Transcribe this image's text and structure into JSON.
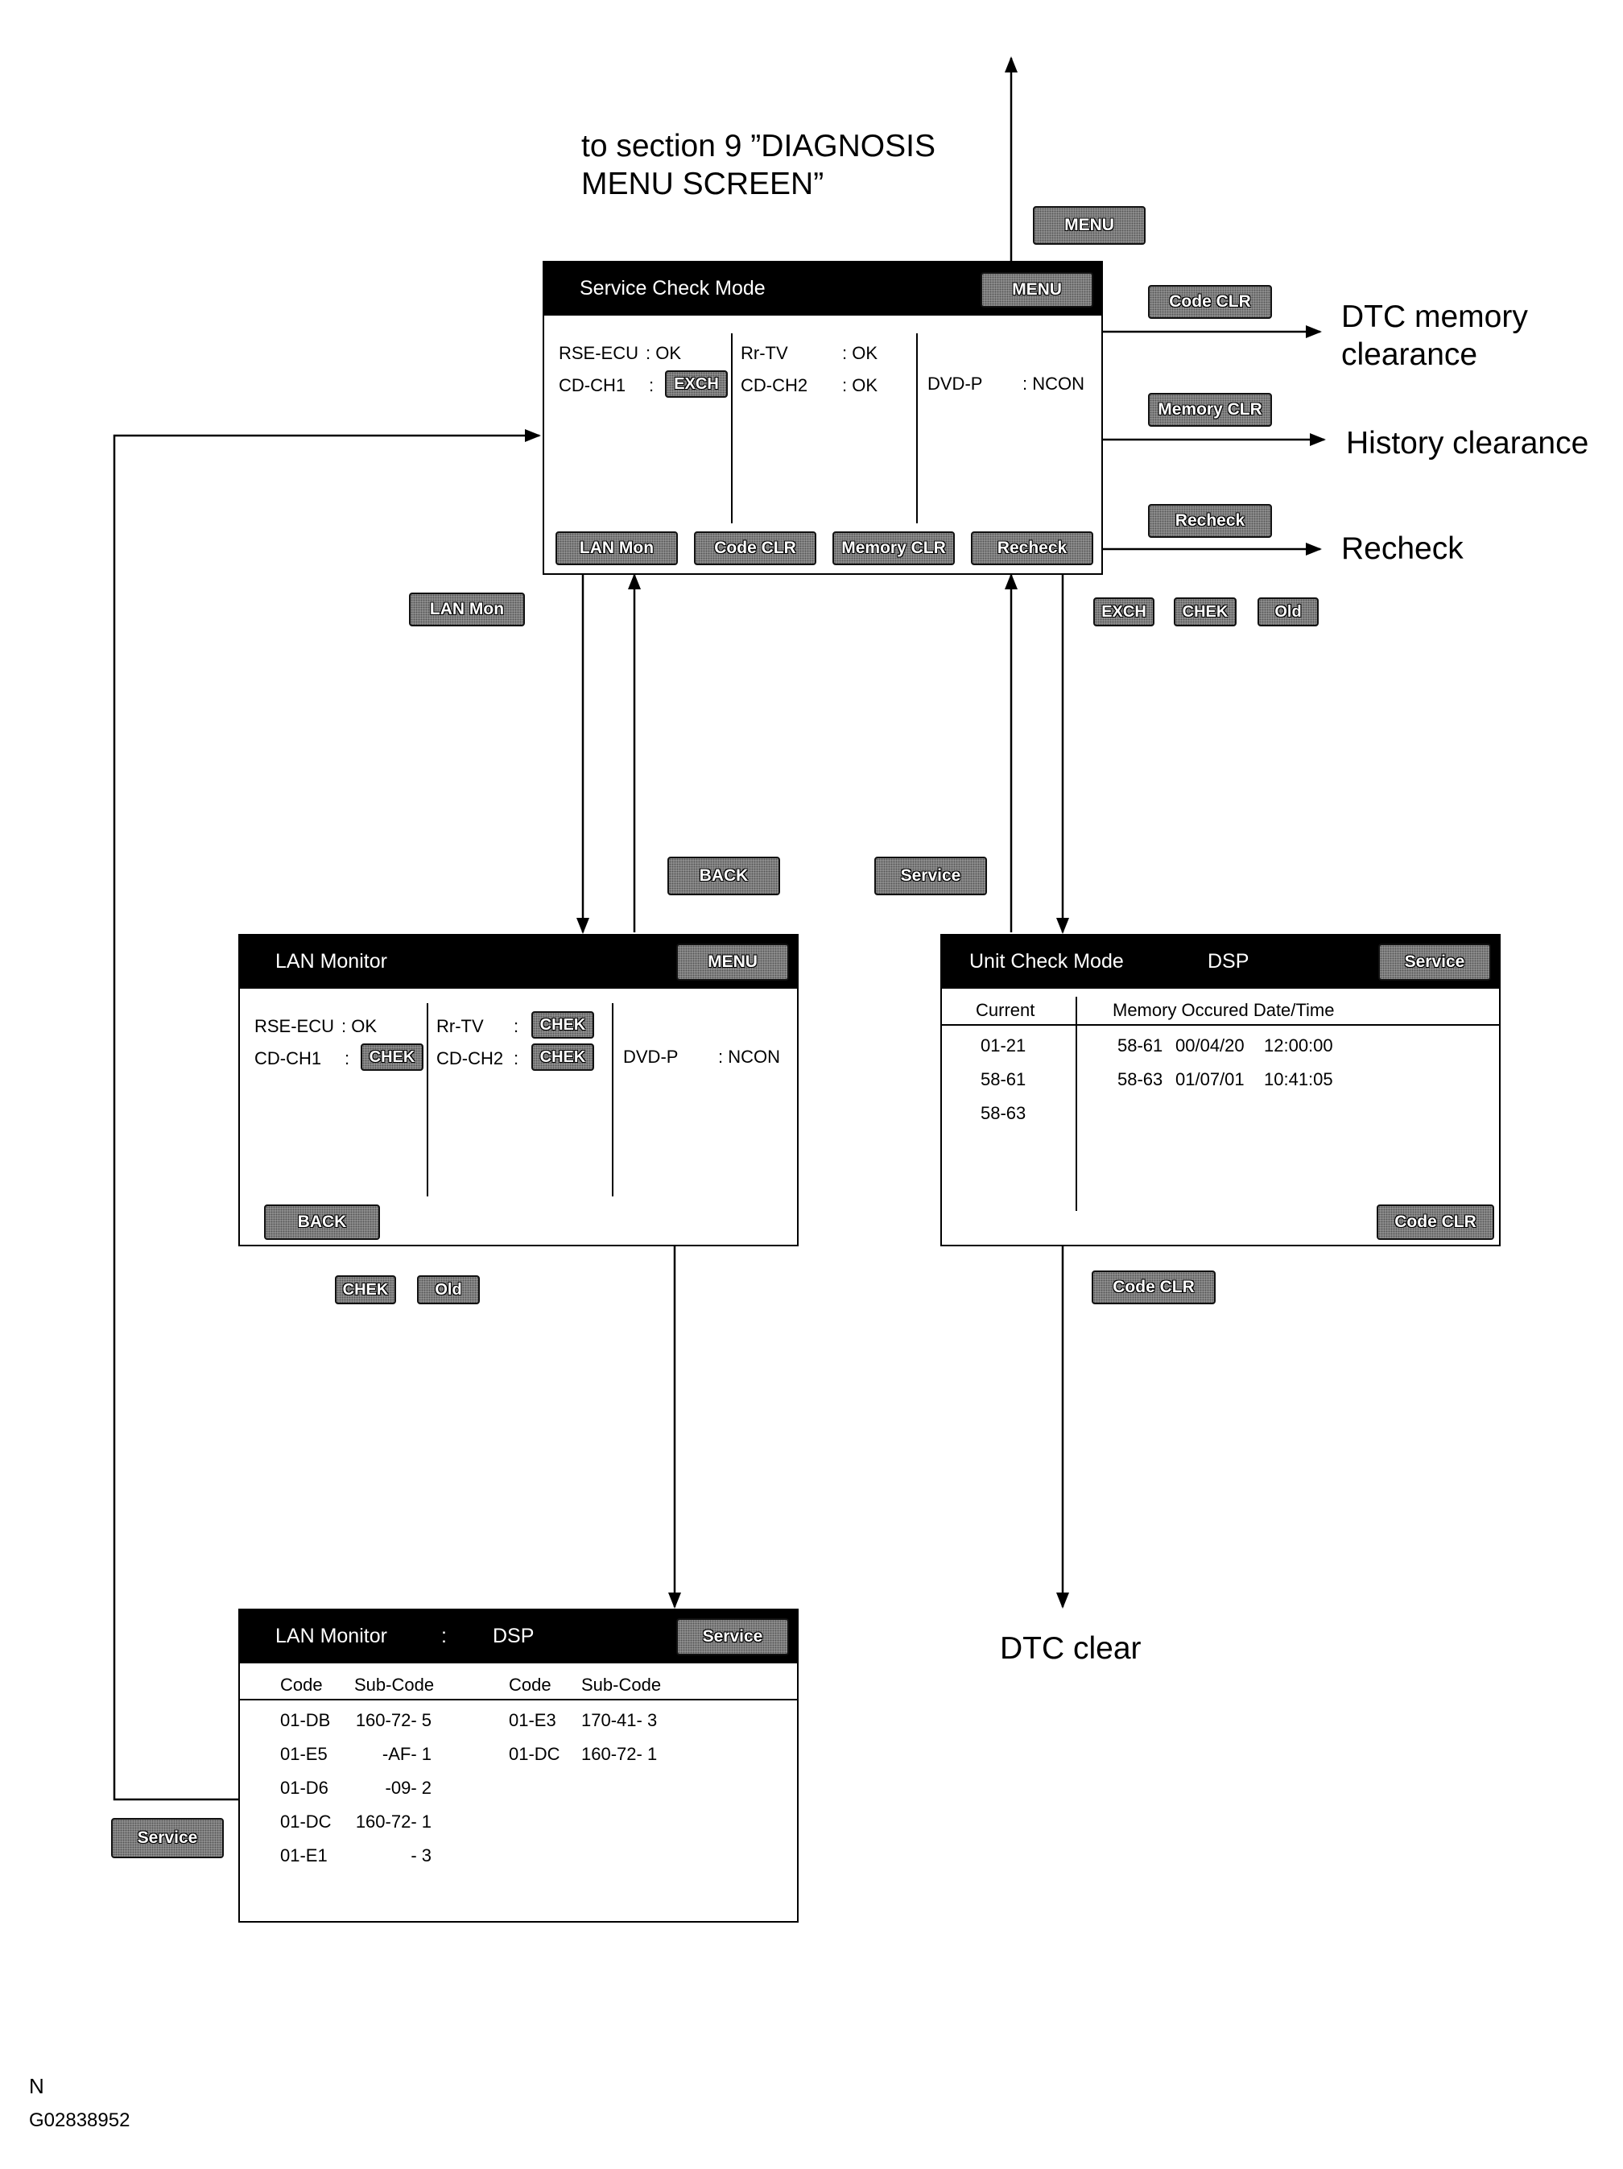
{
  "top_note": {
    "line1": "to section 9 ”DIAGNOSIS",
    "line2": "MENU SCREEN”"
  },
  "labels": {
    "dtc_memory_line1": "DTC memory",
    "dtc_memory_line2": "clearance",
    "history_clearance": "History clearance",
    "recheck": "Recheck",
    "dtc_clear": "DTC clear"
  },
  "floating_buttons": {
    "menu": "MENU",
    "code_clr_right": "Code CLR",
    "memory_clr_right": "Memory CLR",
    "recheck_right": "Recheck",
    "lan_mon": "LAN Mon",
    "exch": "EXCH",
    "chek": "CHEK",
    "old": "Old",
    "back": "BACK",
    "service_mid": "Service",
    "chek_lower": "CHEK",
    "old_lower": "Old",
    "code_clr_lower": "Code CLR",
    "service_left": "Service"
  },
  "service_check": {
    "title": "Service  Check  Mode",
    "menu_button": "MENU",
    "col1": {
      "row1_label": "RSE-ECU",
      "row1_value": ": OK",
      "row2_label": "CD-CH1",
      "row2_colon": ":",
      "row2_badge": "EXCH"
    },
    "col2": {
      "row1_label": "Rr-TV",
      "row1_value": ": OK",
      "row2_label": "CD-CH2",
      "row2_value": ": OK"
    },
    "col3": {
      "row2_label": "DVD-P",
      "row2_value": ":  NCON"
    },
    "buttons": [
      "LAN Mon",
      "Code CLR",
      "Memory CLR",
      "Recheck"
    ]
  },
  "lan_monitor": {
    "title": "LAN Monitor",
    "menu_button": "MENU",
    "col1": {
      "row1_label": "RSE-ECU",
      "row1_value": ": OK",
      "row2_label": "CD-CH1",
      "row2_colon": ":",
      "row2_badge": "CHEK"
    },
    "col2": {
      "row1_label": "Rr-TV",
      "row1_colon": ":",
      "row1_badge": "CHEK",
      "row2_label": "CD-CH2",
      "row2_colon": ":",
      "row2_badge": "CHEK"
    },
    "col3": {
      "row2_label": "DVD-P",
      "row2_value": ":  NCON"
    },
    "back_button": "BACK"
  },
  "unit_check": {
    "title": "Unit  Check  Mode",
    "title_right": "DSP",
    "service_button": "Service",
    "header_current": "Current",
    "header_memory": "Memory  Occured  Date/Time",
    "current": [
      "01-21",
      "58-61",
      "58-63"
    ],
    "memory_rows": [
      {
        "code": "58-61",
        "date": "00/04/20",
        "time": "12:00:00"
      },
      {
        "code": "58-63",
        "date": "01/07/01",
        "time": "10:41:05"
      }
    ],
    "code_clr_button": "Code CLR"
  },
  "lan_monitor_dsp": {
    "title": "LAN Monitor",
    "colon": ":",
    "title_right": "DSP",
    "service_button": "Service",
    "headers": [
      "Code",
      "Sub-Code",
      "Code",
      "Sub-Code"
    ],
    "left_rows": [
      {
        "code": "01-DB",
        "sub": "160-72- 5"
      },
      {
        "code": "01-E5",
        "sub": "-AF- 1"
      },
      {
        "code": "01-D6",
        "sub": "-09- 2"
      },
      {
        "code": "01-DC",
        "sub": "160-72- 1"
      },
      {
        "code": "01-E1",
        "sub": "- 3"
      }
    ],
    "right_rows": [
      {
        "code": "01-E3",
        "sub": "170-41- 3"
      },
      {
        "code": "01-DC",
        "sub": "160-72- 1"
      }
    ]
  },
  "footer": {
    "letter": "N",
    "figure_id": "G02838952"
  }
}
